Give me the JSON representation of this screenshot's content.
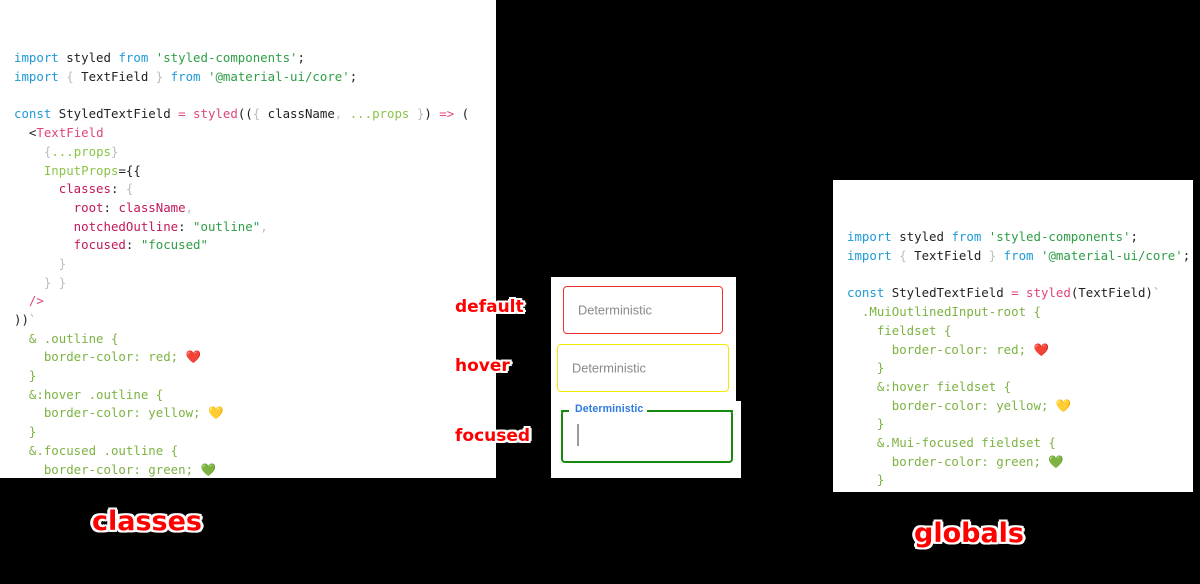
{
  "background_color": "#000000",
  "accent_colors": {
    "annotation_red": "#ff0000",
    "default_border": "#f03131",
    "hover_border": "#f6e800",
    "focused_border": "#18890f",
    "focused_label": "#2f7ae0",
    "placeholder_text": "#8a8a8a"
  },
  "panels": {
    "classes": {
      "caption": "classes",
      "code_lines": [
        [
          {
            "text": "import ",
            "type": "keyword"
          },
          {
            "text": "styled ",
            "type": "plain"
          },
          {
            "text": "from ",
            "type": "keyword"
          },
          {
            "text": "'styled-components'",
            "type": "string"
          },
          {
            "text": ";",
            "type": "plain"
          }
        ],
        [
          {
            "text": "import ",
            "type": "keyword"
          },
          {
            "text": "{ ",
            "type": "punc"
          },
          {
            "text": "TextField",
            "type": "plain"
          },
          {
            "text": " } ",
            "type": "punc"
          },
          {
            "text": "from ",
            "type": "keyword"
          },
          {
            "text": "'@material-ui/core'",
            "type": "string"
          },
          {
            "text": ";",
            "type": "plain"
          }
        ],
        [],
        [
          {
            "text": "const ",
            "type": "keyword"
          },
          {
            "text": "StyledTextField ",
            "type": "plain"
          },
          {
            "text": "= ",
            "type": "op"
          },
          {
            "text": "styled",
            "type": "fn"
          },
          {
            "text": "((",
            "type": "plain"
          },
          {
            "text": "{ ",
            "type": "punc"
          },
          {
            "text": "className",
            "type": "plain"
          },
          {
            "text": ", ",
            "type": "punc"
          },
          {
            "text": "...props",
            "type": "attr"
          },
          {
            "text": " }",
            "type": "punc"
          },
          {
            "text": ") ",
            "type": "plain"
          },
          {
            "text": "=> ",
            "type": "op"
          },
          {
            "text": "(",
            "type": "plain"
          }
        ],
        [
          {
            "text": "  <",
            "type": "plain"
          },
          {
            "text": "TextField",
            "type": "tag"
          }
        ],
        [
          {
            "text": "    {",
            "type": "punc"
          },
          {
            "text": "...props",
            "type": "attr"
          },
          {
            "text": "}",
            "type": "punc"
          }
        ],
        [
          {
            "text": "    InputProps",
            "type": "attr"
          },
          {
            "text": "={{",
            "type": "plain"
          }
        ],
        [
          {
            "text": "      classes",
            "type": "prop"
          },
          {
            "text": ": ",
            "type": "plain"
          },
          {
            "text": "{",
            "type": "punc"
          }
        ],
        [
          {
            "text": "        root",
            "type": "prop"
          },
          {
            "text": ": ",
            "type": "plain"
          },
          {
            "text": "className",
            "type": "prop"
          },
          {
            "text": ",",
            "type": "punc"
          }
        ],
        [
          {
            "text": "        notchedOutline",
            "type": "prop"
          },
          {
            "text": ": ",
            "type": "plain"
          },
          {
            "text": "\"outline\"",
            "type": "string"
          },
          {
            "text": ",",
            "type": "punc"
          }
        ],
        [
          {
            "text": "        focused",
            "type": "prop"
          },
          {
            "text": ": ",
            "type": "plain"
          },
          {
            "text": "\"focused\"",
            "type": "string"
          }
        ],
        [
          {
            "text": "      }",
            "type": "punc"
          }
        ],
        [
          {
            "text": "    } }",
            "type": "punc"
          }
        ],
        [
          {
            "text": "  />",
            "type": "tag"
          }
        ],
        [
          {
            "text": "))",
            "type": "plain"
          },
          {
            "text": "`",
            "type": "tick"
          }
        ],
        [
          {
            "text": "  & .outline {",
            "type": "css"
          }
        ],
        [
          {
            "text": "    border-color: red; ",
            "type": "css"
          },
          {
            "text": "❤️",
            "type": "emoji"
          }
        ],
        [
          {
            "text": "  }",
            "type": "css"
          }
        ],
        [
          {
            "text": "  &:hover .outline {",
            "type": "css"
          }
        ],
        [
          {
            "text": "    border-color: yellow; ",
            "type": "css"
          },
          {
            "text": "💛",
            "type": "emoji"
          }
        ],
        [
          {
            "text": "  }",
            "type": "css"
          }
        ],
        [
          {
            "text": "  &.focused .outline {",
            "type": "css"
          }
        ],
        [
          {
            "text": "    border-color: green; ",
            "type": "css"
          },
          {
            "text": "💚",
            "type": "emoji"
          }
        ],
        [
          {
            "text": "  }",
            "type": "css"
          }
        ],
        [
          {
            "text": "`",
            "type": "tick"
          },
          {
            "text": ";",
            "type": "dim"
          }
        ]
      ]
    },
    "globals": {
      "caption": "globals",
      "code_lines": [
        [
          {
            "text": "import ",
            "type": "keyword"
          },
          {
            "text": "styled ",
            "type": "plain"
          },
          {
            "text": "from ",
            "type": "keyword"
          },
          {
            "text": "'styled-components'",
            "type": "string"
          },
          {
            "text": ";",
            "type": "plain"
          }
        ],
        [
          {
            "text": "import ",
            "type": "keyword"
          },
          {
            "text": "{ ",
            "type": "punc"
          },
          {
            "text": "TextField",
            "type": "plain"
          },
          {
            "text": " } ",
            "type": "punc"
          },
          {
            "text": "from ",
            "type": "keyword"
          },
          {
            "text": "'@material-ui/core'",
            "type": "string"
          },
          {
            "text": ";",
            "type": "plain"
          }
        ],
        [],
        [
          {
            "text": "const ",
            "type": "keyword"
          },
          {
            "text": "StyledTextField ",
            "type": "plain"
          },
          {
            "text": "= ",
            "type": "op"
          },
          {
            "text": "styled",
            "type": "fn"
          },
          {
            "text": "(",
            "type": "plain"
          },
          {
            "text": "TextField",
            "type": "plain"
          },
          {
            "text": ")",
            "type": "plain"
          },
          {
            "text": "`",
            "type": "tick"
          }
        ],
        [
          {
            "text": "  .MuiOutlinedInput-root {",
            "type": "css"
          }
        ],
        [
          {
            "text": "    fieldset {",
            "type": "css"
          }
        ],
        [
          {
            "text": "      border-color: red; ",
            "type": "css"
          },
          {
            "text": "❤️",
            "type": "emoji"
          }
        ],
        [
          {
            "text": "    }",
            "type": "css"
          }
        ],
        [
          {
            "text": "    &:hover fieldset {",
            "type": "css"
          }
        ],
        [
          {
            "text": "      border-color: yellow; ",
            "type": "css"
          },
          {
            "text": "💛",
            "type": "emoji"
          }
        ],
        [
          {
            "text": "    }",
            "type": "css"
          }
        ],
        [
          {
            "text": "    &.Mui-focused fieldset {",
            "type": "css"
          }
        ],
        [
          {
            "text": "      border-color: green; ",
            "type": "css"
          },
          {
            "text": "💚",
            "type": "emoji"
          }
        ],
        [
          {
            "text": "    }",
            "type": "css"
          }
        ],
        [
          {
            "text": "  }",
            "type": "css"
          }
        ],
        [
          {
            "text": "`",
            "type": "tick"
          },
          {
            "text": ";",
            "type": "dim"
          }
        ]
      ]
    }
  },
  "demo": {
    "fields": [
      {
        "state_label": "default",
        "placeholder": "Deterministic",
        "value": "",
        "border_color": "#f03131"
      },
      {
        "state_label": "hover",
        "placeholder": "Deterministic",
        "value": "",
        "border_color": "#f6e800"
      },
      {
        "state_label": "focused",
        "floating_label": "Deterministic",
        "value": "",
        "border_color": "#18890f"
      }
    ]
  }
}
